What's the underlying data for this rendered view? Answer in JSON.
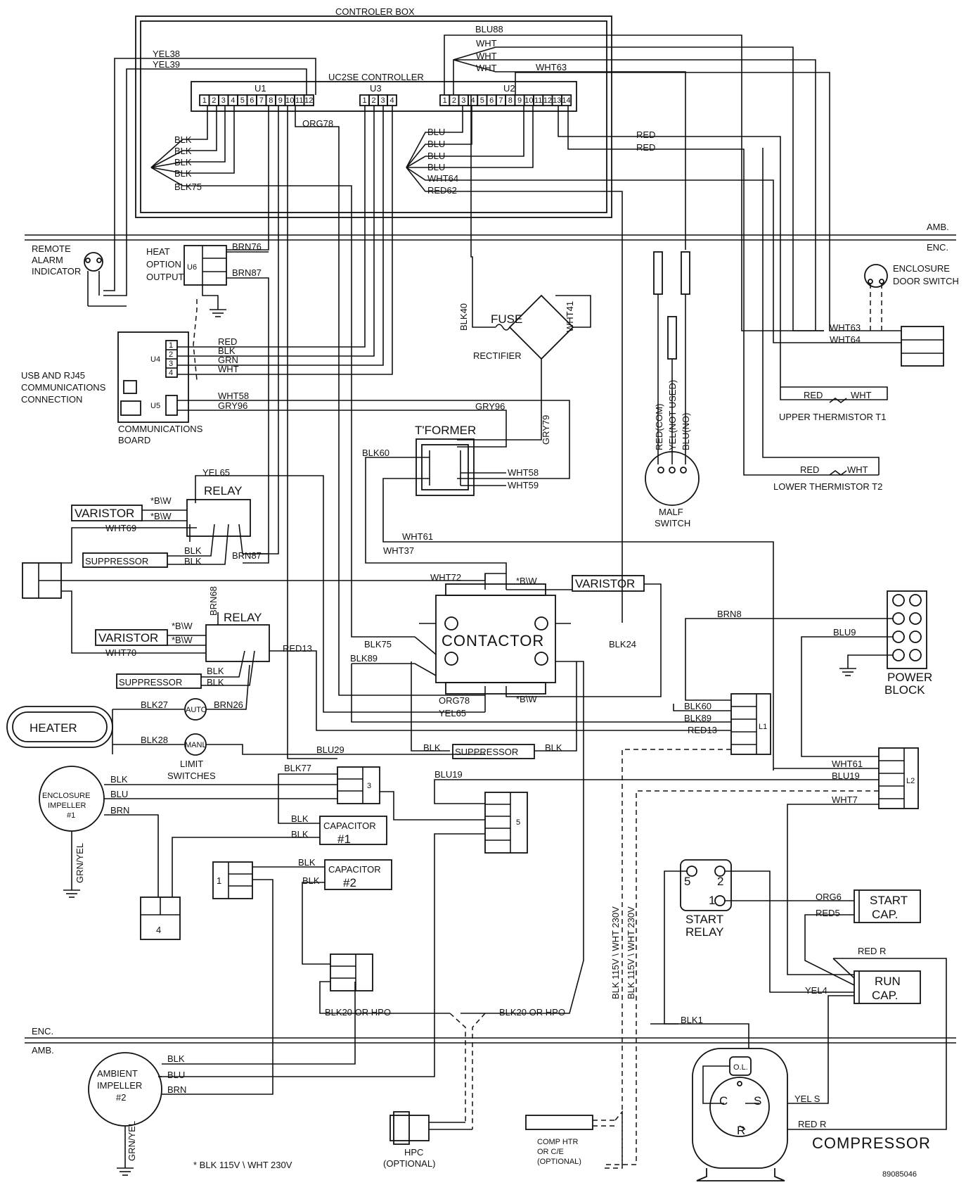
{
  "controller_box": {
    "title": "CONTROLER BOX",
    "controller": "UC2SE CONTROLLER",
    "u1": "U1",
    "u2": "U2",
    "u3": "U3"
  },
  "u1_pins": [
    "1",
    "2",
    "3",
    "4",
    "5",
    "6",
    "7",
    "8",
    "9",
    "10",
    "11",
    "12"
  ],
  "u3_pins": [
    "1",
    "2",
    "3",
    "4"
  ],
  "u2_pins": [
    "1",
    "2",
    "3",
    "4",
    "5",
    "6",
    "7",
    "8",
    "9",
    "10",
    "11",
    "12",
    "13",
    "14"
  ],
  "divider_top": {
    "amb": "AMB.",
    "enc": "ENC."
  },
  "divider_bottom": {
    "enc": "ENC.",
    "amb": "AMB."
  },
  "wires": {
    "yel38": "YEL38",
    "yel39": "YEL39",
    "blu88": "BLU88",
    "wht_a": "WHT",
    "wht_b": "WHT",
    "wht_c": "WHT",
    "wht63_top": "WHT63",
    "org78_top": "ORG78",
    "blk_u1a": "BLK",
    "blk_u1b": "BLK",
    "blk_u1c": "BLK",
    "blk_u1d": "BLK",
    "blk75_top": "BLK75",
    "blu_u2a": "BLU",
    "blu_u2b": "BLU",
    "blu_u2c": "BLU",
    "blu_u2d": "BLU",
    "wht64_top": "WHT64",
    "red62": "RED62",
    "red_a": "RED",
    "red_b": "RED",
    "brn76": "BRN76",
    "brn87": "BRN87",
    "red_u4": "RED",
    "blk_u4": "BLK",
    "grn_u4": "GRN",
    "wht_u4": "WHT",
    "wht58_u5": "WHT58",
    "gry96_u5": "GRY96",
    "gry96_mid": "GRY96",
    "gry79": "GRY79",
    "blk40": "BLK40",
    "wht41": "WHT41",
    "wht63_door": "WHT63",
    "wht64_door": "WHT64",
    "red_t1": "RED",
    "wht_t1": "WHT",
    "red_t2": "RED",
    "wht_t2": "WHT",
    "blk60_tf": "BLK60",
    "wht58_tf": "WHT58",
    "wht59_tf": "WHT59",
    "yel65": "YEL65",
    "wht69": "WHT69",
    "blk_r1a": "BLK",
    "blk_r1b": "BLK",
    "brn87_r1": "BRN87",
    "bw_r1a": "*B\\W",
    "bw_r1b": "*B\\W",
    "wht61": "WHT61",
    "wht37": "WHT37",
    "wht72": "WHT72",
    "bw_c1": "*B\\W",
    "brn68": "BRN68",
    "bw_r2a": "*B\\W",
    "bw_r2b": "*B\\W",
    "wht70": "WHT70",
    "red13": "RED13",
    "blk_r2a": "BLK",
    "blk_r2b": "BLK",
    "brn8": "BRN8",
    "blu9": "BLU9",
    "blk75": "BLK75",
    "blk89": "BLK89",
    "blk24": "BLK24",
    "org78": "ORG78",
    "yel65_c": "YEL65",
    "bw_c2": "*B\\W",
    "blk27": "BLK27",
    "brn26": "BRN26",
    "blk28": "BLK28",
    "blu29": "BLU29",
    "blk_sup_l": "BLK",
    "blk_sup_r": "BLK",
    "blk60_l1": "BLK60",
    "blk89_l1": "BLK89",
    "red13_l1": "RED13",
    "wht61_l2": "WHT61",
    "blu19_l2": "BLU19",
    "wht7_l2": "WHT7",
    "blu19": "BLU19",
    "blk77": "BLK77",
    "blk_imp": "BLK",
    "blu_imp": "BLU",
    "brn_imp": "BRN",
    "grn_yel_1": "GRN/YEL",
    "blk_cap1a": "BLK",
    "blk_cap1b": "BLK",
    "blk_cap2a": "BLK",
    "blk_cap2b": "BLK",
    "org6": "ORG6",
    "red5": "RED5",
    "red_r1": "RED R",
    "yel4": "YEL4",
    "blk20_hpo_l": "BLK20 OR HPO",
    "blk20_hpo_r": "BLK20 OR HPO",
    "blk1": "BLK1",
    "volt_a": "BLK 115V \\ WHT 230V",
    "volt_b": "BLK 115V \\ WHT 230V",
    "red_com": "RED(COM)",
    "yel_not_used": "YEL(NOT USED)",
    "blu_no": "BLU(NO)",
    "blk_amb": "BLK",
    "blu_amb": "BLU",
    "brn_amb": "BRN",
    "grn_yel_2": "GRN/YEL",
    "yel_s": "YEL S",
    "red_r2": "RED R"
  },
  "components": {
    "remote_alarm": [
      "REMOTE",
      "ALARM",
      "INDICATOR"
    ],
    "heat_option": [
      "HEAT",
      "OPTION",
      "OUTPUT"
    ],
    "u6": "U6",
    "usb_rj45": [
      "USB AND RJ45",
      "COMMUNICATIONS",
      "CONNECTION"
    ],
    "comm_board": [
      "COMMUNICATIONS",
      "BOARD"
    ],
    "u4": "U4",
    "u4_pins": [
      "1",
      "2",
      "3",
      "4"
    ],
    "u5": "U5",
    "fuse": "FUSE",
    "rectifier": "RECTIFIER",
    "transformer": "T'FORMER",
    "relay_1": "RELAY",
    "relay_2": "RELAY",
    "varistor_1": "VARISTOR",
    "varistor_2": "VARISTOR",
    "varistor_3": "VARISTOR",
    "suppressor_1": "SUPPRESSOR",
    "suppressor_2": "SUPPRESSOR",
    "suppressor_3": "SUPPRESSOR",
    "contactor": "CONTACTOR",
    "enclosure_door_switch": [
      "ENCLOSURE",
      "DOOR SWITCH"
    ],
    "upper_thermistor": "UPPER THERMISTOR T1",
    "lower_thermistor": "LOWER THERMISTOR T2",
    "malf_switch": [
      "MALF",
      "SWITCH"
    ],
    "power_block": [
      "POWER",
      "BLOCK"
    ],
    "heater": "HEATER",
    "auto": "AUTO",
    "manl": "MANL",
    "limit_switches": [
      "LIMIT",
      "SWITCHES"
    ],
    "enclosure_impeller": [
      "ENCLOSURE",
      "IMPELLER",
      "#1"
    ],
    "capacitor_1": [
      "CAPACITOR",
      "#1"
    ],
    "capacitor_2": [
      "CAPACITOR",
      "#2"
    ],
    "term_1": "1",
    "term_3": "3",
    "term_4": "4",
    "term_5": "5",
    "l1": "L1",
    "l2": "L2",
    "start_relay": [
      "START",
      "RELAY"
    ],
    "start_relay_pins": [
      "5",
      "2",
      "1"
    ],
    "start_cap": [
      "START",
      "CAP."
    ],
    "run_cap": [
      "RUN",
      "CAP."
    ],
    "ambient_impeller": [
      "AMBIENT",
      "IMPELLER",
      "#2"
    ],
    "hpc": [
      "HPC",
      "(OPTIONAL)"
    ],
    "comp_htr": [
      "COMP HTR",
      "OR C/E",
      "(OPTIONAL)"
    ],
    "compressor": "COMPRESSOR",
    "ol": "O.L.",
    "c": "C",
    "s": "S",
    "r": "R"
  },
  "footnote": "* BLK 115V \\ WHT 230V",
  "drawing_number": "89085046"
}
